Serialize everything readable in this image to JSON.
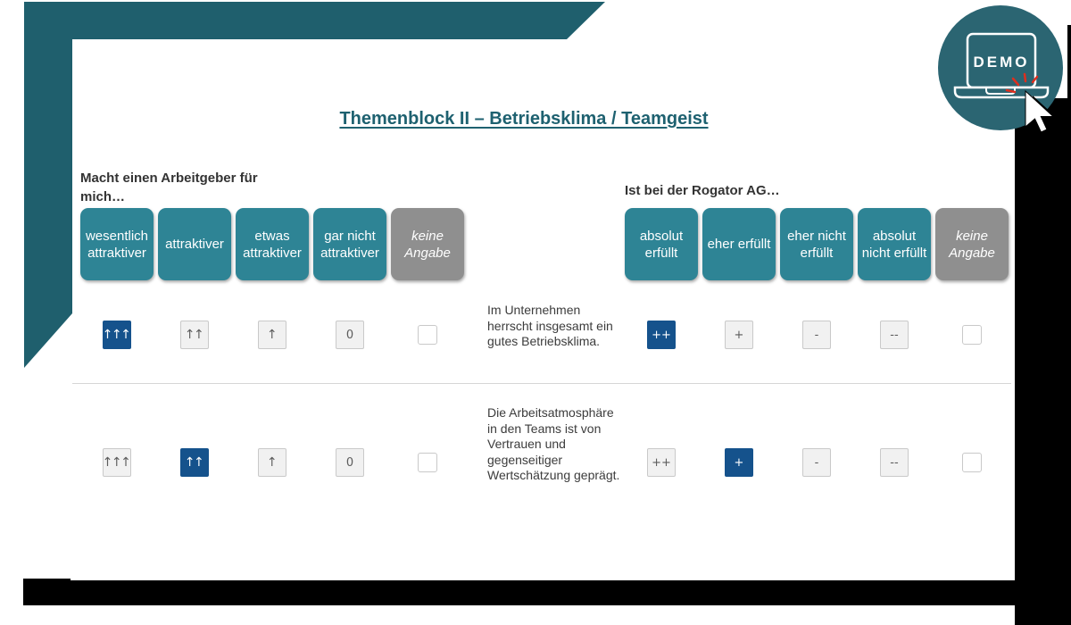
{
  "title": "Themenblock II – Betriebsklima / Teamgeist",
  "demo_badge": {
    "label": "DEMO"
  },
  "matrix": {
    "left_group": {
      "header": "Macht einen Arbeitgeber für mich…",
      "options": [
        "wesentlich attraktiver",
        "attraktiver",
        "etwas attraktiver",
        "gar nicht attraktiver",
        "keine Angabe"
      ],
      "scale_symbols": [
        "↑↑↑",
        "↑↑",
        "↑",
        "0"
      ]
    },
    "right_group": {
      "header": "Ist bei der Rogator AG…",
      "options": [
        "absolut erfüllt",
        "eher erfüllt",
        "eher nicht erfüllt",
        "absolut nicht erfüllt",
        "keine Angabe"
      ],
      "scale_symbols": [
        "++",
        "+",
        "-",
        "--"
      ]
    },
    "rows": [
      {
        "statement": "Im Unternehmen herrscht insgesamt ein gutes Betriebsklima.",
        "left_selected": 0,
        "right_selected": 0
      },
      {
        "statement": "Die Arbeitsatmosphäre in den Teams ist von Vertrauen und gegenseitiger Wertschätzung geprägt.",
        "left_selected": 1,
        "right_selected": 1
      }
    ]
  },
  "colors": {
    "band_teal": "#1f5f6d",
    "badge_teal": "#2b6572",
    "button_teal": "#2e8495",
    "selected_blue": "#15528c",
    "gray_option": "#8f8f8f",
    "title_teal": "#1e6170",
    "footer_black": "#000000",
    "click_red": "#de2f1f"
  }
}
